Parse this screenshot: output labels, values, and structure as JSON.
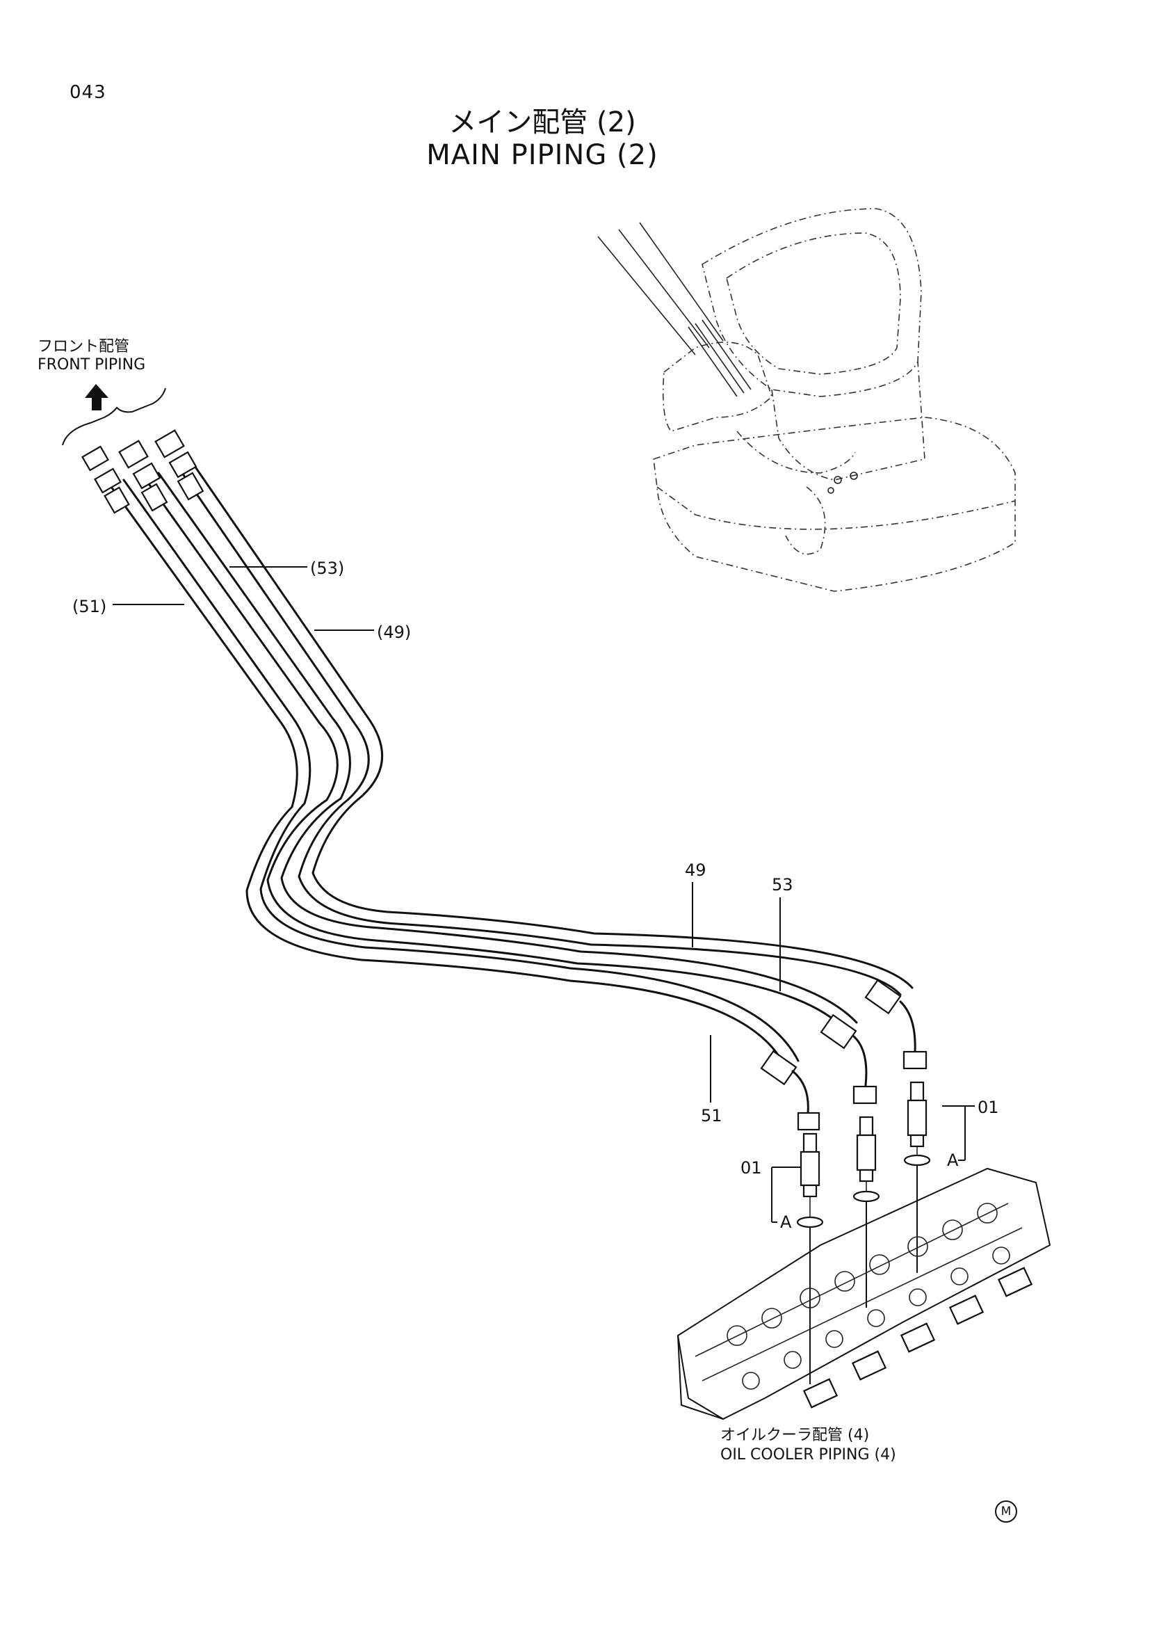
{
  "page_number": "043",
  "title": {
    "ja": "メイン配管 (2)",
    "en": "MAIN PIPING (2)"
  },
  "front_piping": {
    "ja": "フロント配管",
    "en": "FRONT PIPING"
  },
  "oil_cooler_piping": {
    "ja": "オイルクーラ配管 (4)",
    "en": "OIL COOLER PIPING (4)"
  },
  "callouts": {
    "c53_paren": "(53)",
    "c51_paren": "(51)",
    "c49_paren": "(49)",
    "c49": "49",
    "c53": "53",
    "c51": "51",
    "c01_right": "01",
    "c01_left": "01",
    "cA_right": "A",
    "cA_left": "A"
  },
  "mark": "M",
  "icons": [
    "arrow-up-icon",
    "m-mark-icon"
  ]
}
